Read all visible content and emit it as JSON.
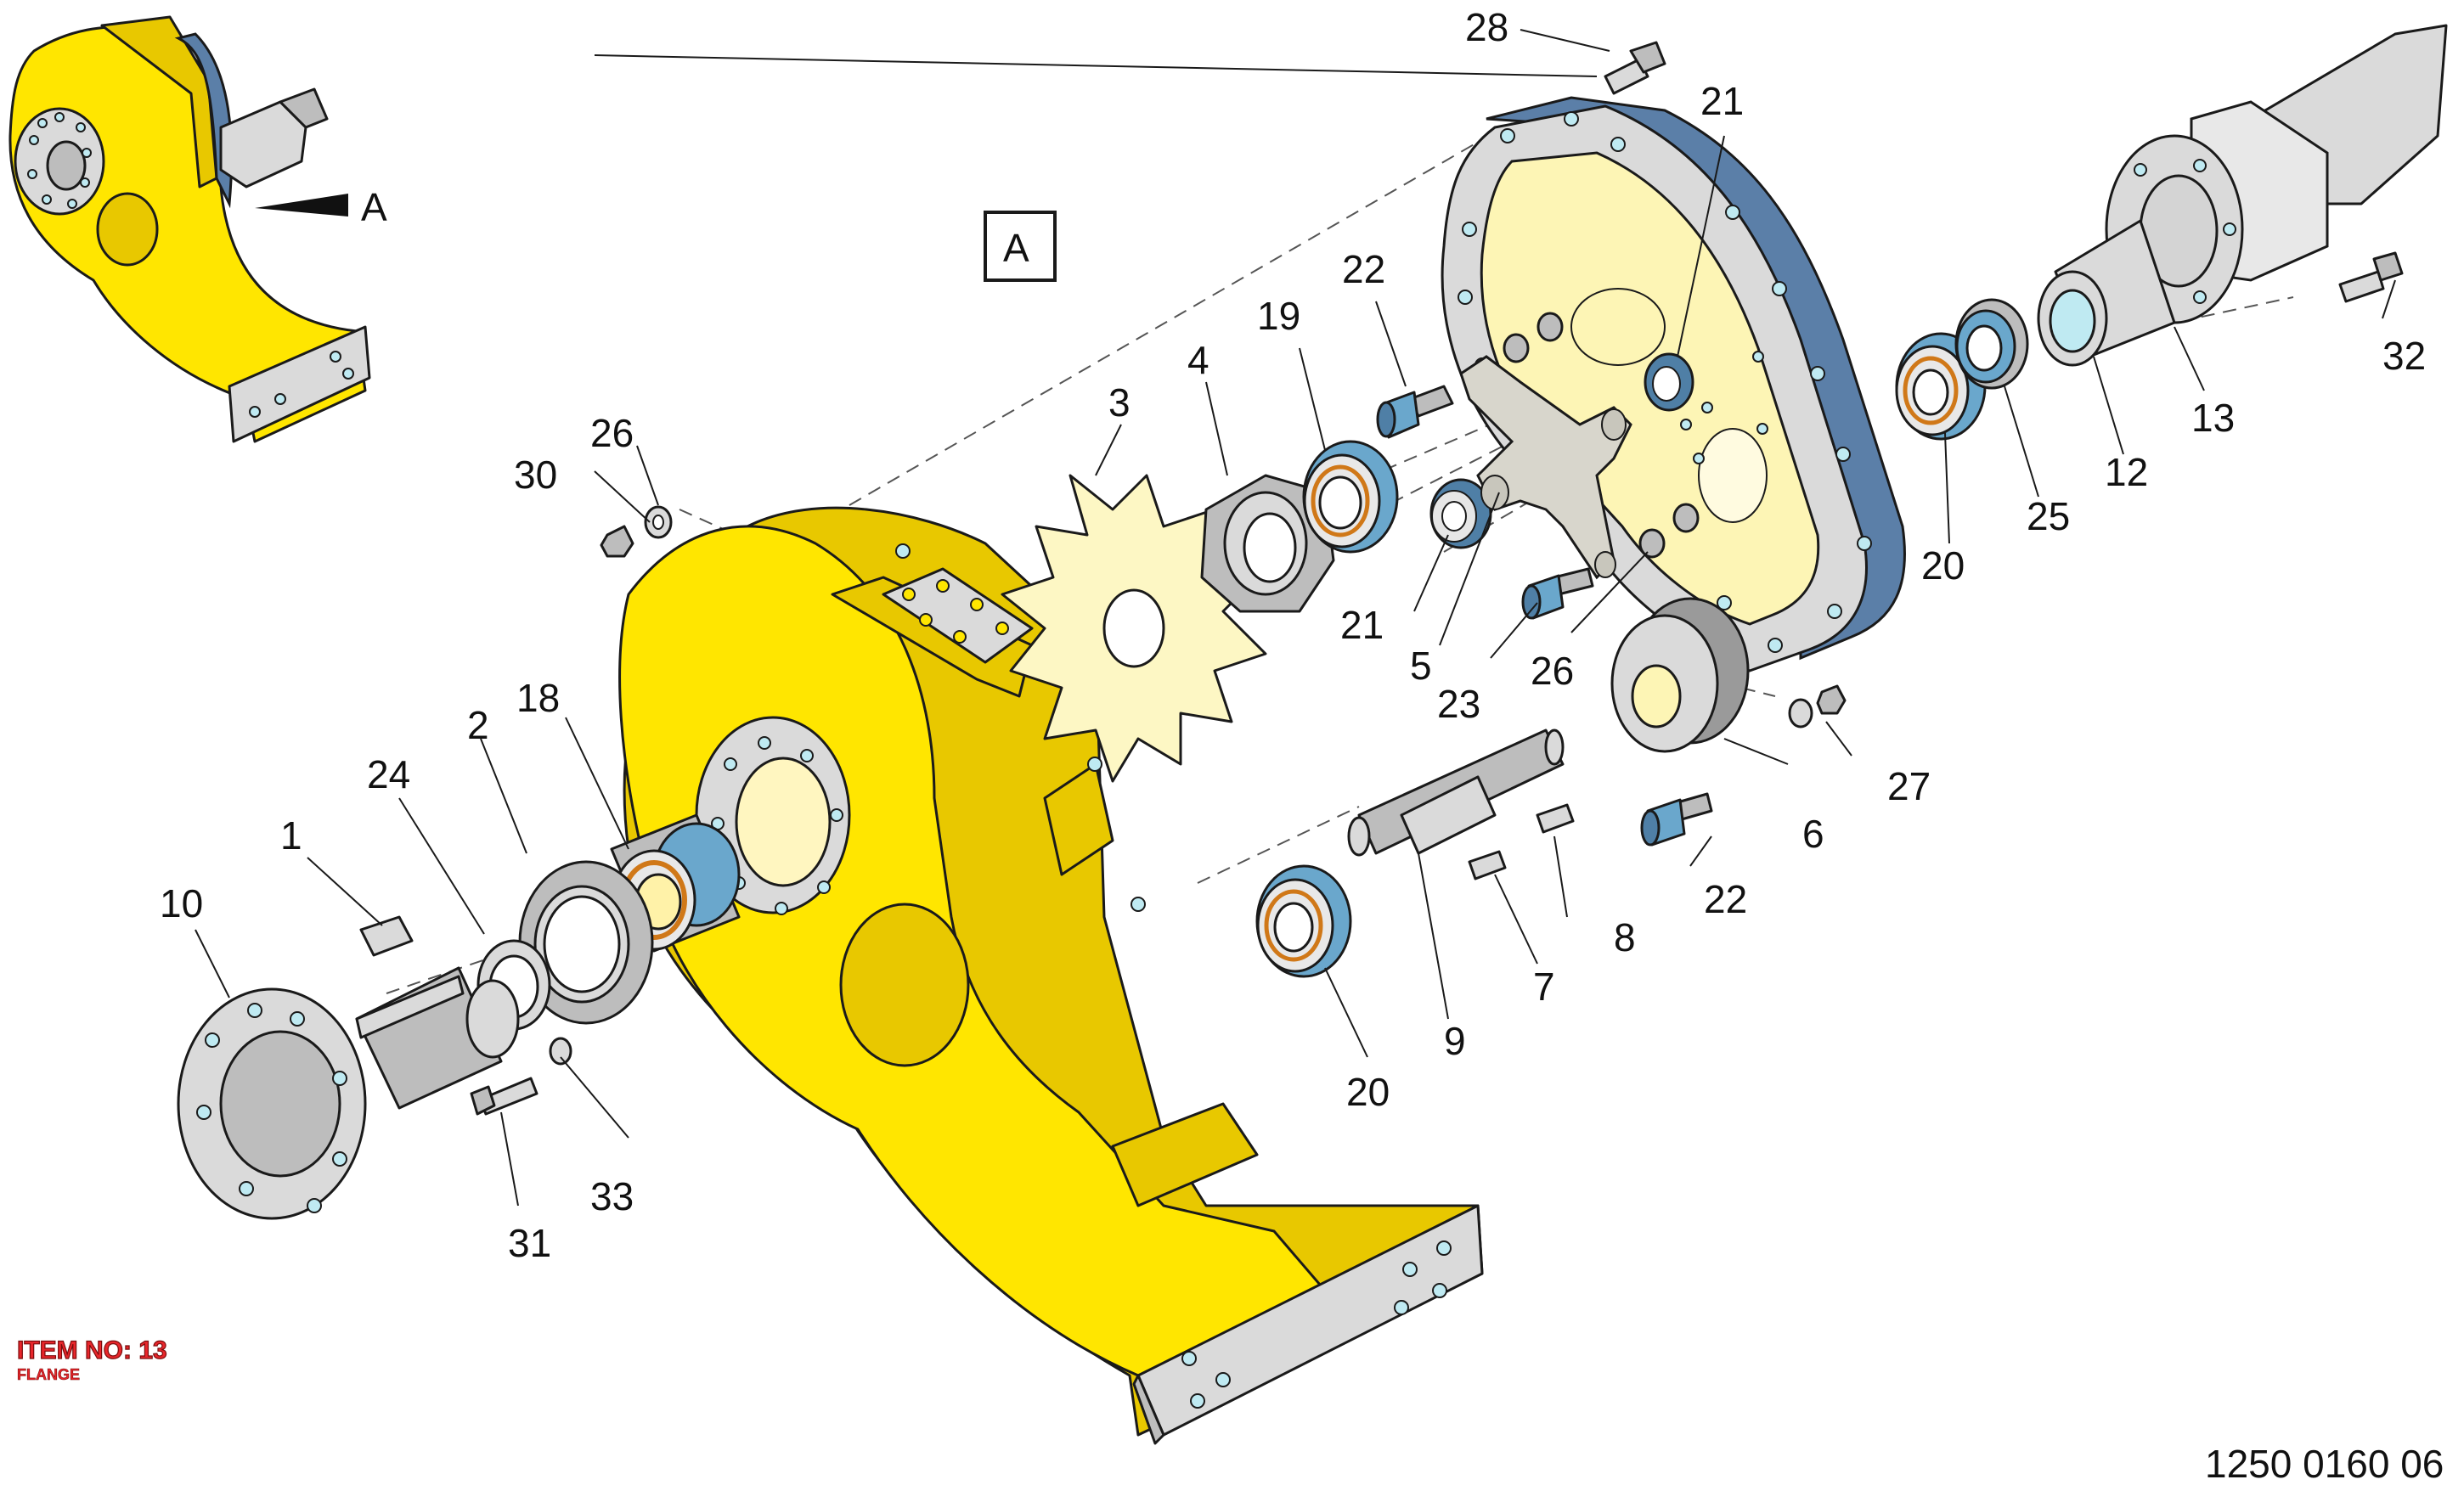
{
  "detail_label": "A",
  "inset_label": "A",
  "item_info": {
    "title": "ITEM NO: 13",
    "subtitle": "FLANGE"
  },
  "document_number": "1250 0160 06",
  "callouts": [
    {
      "id": "c1",
      "text": "1"
    },
    {
      "id": "c2",
      "text": "2"
    },
    {
      "id": "c3",
      "text": "3"
    },
    {
      "id": "c4",
      "text": "4"
    },
    {
      "id": "c5",
      "text": "5"
    },
    {
      "id": "c6",
      "text": "6"
    },
    {
      "id": "c7",
      "text": "7"
    },
    {
      "id": "c8",
      "text": "8"
    },
    {
      "id": "c9",
      "text": "9"
    },
    {
      "id": "c10",
      "text": "10"
    },
    {
      "id": "c12",
      "text": "12"
    },
    {
      "id": "c13",
      "text": "13"
    },
    {
      "id": "c18",
      "text": "18"
    },
    {
      "id": "c19",
      "text": "19"
    },
    {
      "id": "c20a",
      "text": "20"
    },
    {
      "id": "c20b",
      "text": "20"
    },
    {
      "id": "c21a",
      "text": "21"
    },
    {
      "id": "c21b",
      "text": "21"
    },
    {
      "id": "c22a",
      "text": "22"
    },
    {
      "id": "c22b",
      "text": "22"
    },
    {
      "id": "c23",
      "text": "23"
    },
    {
      "id": "c24",
      "text": "24"
    },
    {
      "id": "c25",
      "text": "25"
    },
    {
      "id": "c26a",
      "text": "26"
    },
    {
      "id": "c26b",
      "text": "26"
    },
    {
      "id": "c27",
      "text": "27"
    },
    {
      "id": "c28",
      "text": "28"
    },
    {
      "id": "c30",
      "text": "30"
    },
    {
      "id": "c31",
      "text": "31"
    },
    {
      "id": "c32",
      "text": "32"
    },
    {
      "id": "c33",
      "text": "33"
    }
  ]
}
